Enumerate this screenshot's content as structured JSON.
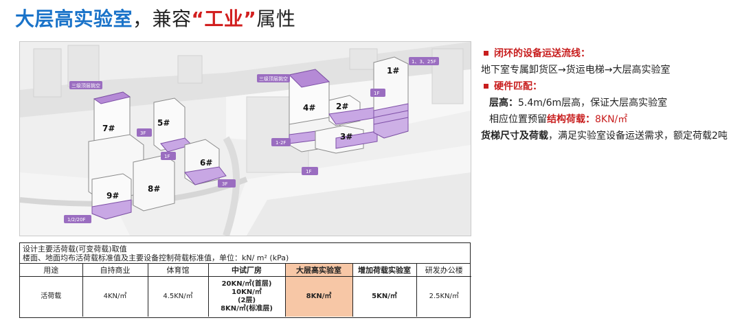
{
  "title": {
    "part1": "大层高实验室",
    "part2": "，兼容",
    "part3": "“工业”",
    "part4": "属性"
  },
  "render": {
    "buildings": [
      "7#",
      "5#",
      "6#",
      "8#",
      "9#",
      "4#",
      "2#",
      "3#",
      "1#"
    ],
    "tags": {
      "t1": "三级顶层挑空",
      "t2": "三级顶层挑空",
      "t3": "3F",
      "t4": "1F",
      "t5": "3F",
      "t6": "1/2/20F",
      "t7": "1、3、25F",
      "t8": "1F",
      "t9": "1-2F",
      "t10": "1F"
    }
  },
  "table": {
    "header_line1": "设计主要活荷载(可变荷载)取值",
    "header_line2": "楼面、地面均布活荷载标准值及主要设备控制荷载标准值，单位：kN/ m² (kPa)",
    "columns": [
      "用途",
      "自持商业",
      "体育馆",
      "中试厂房",
      "大层高实验室",
      "增加荷载实验室",
      "研发办公楼"
    ],
    "row_label": "活荷载",
    "values": [
      "4KN/㎡",
      "4.5KN/㎡",
      "8KN/㎡",
      "5KN/㎡",
      "2.5KN/㎡"
    ],
    "pilot_line1": "20KN/㎡(首层) 10KN/㎡",
    "pilot_line2": "(2层)",
    "pilot_line3": "8KN/㎡(标准层)"
  },
  "right": {
    "h1": "闭环的设备运送流线：",
    "l1": "地下室专属卸货区→货运电梯→大层高实验室",
    "h2": "硬件匹配：",
    "l2_label": "层高：",
    "l2_text": "5.4m/6m层高，保证大层高实验室",
    "l3_pre": "相应位置预留",
    "l3_bold": "结构荷载：",
    "l3_val": "8KN/㎡",
    "l4_bold": "货梯尺寸及荷载",
    "l4_text": "，满足实验室设备运送需求，额定荷载2吨"
  }
}
